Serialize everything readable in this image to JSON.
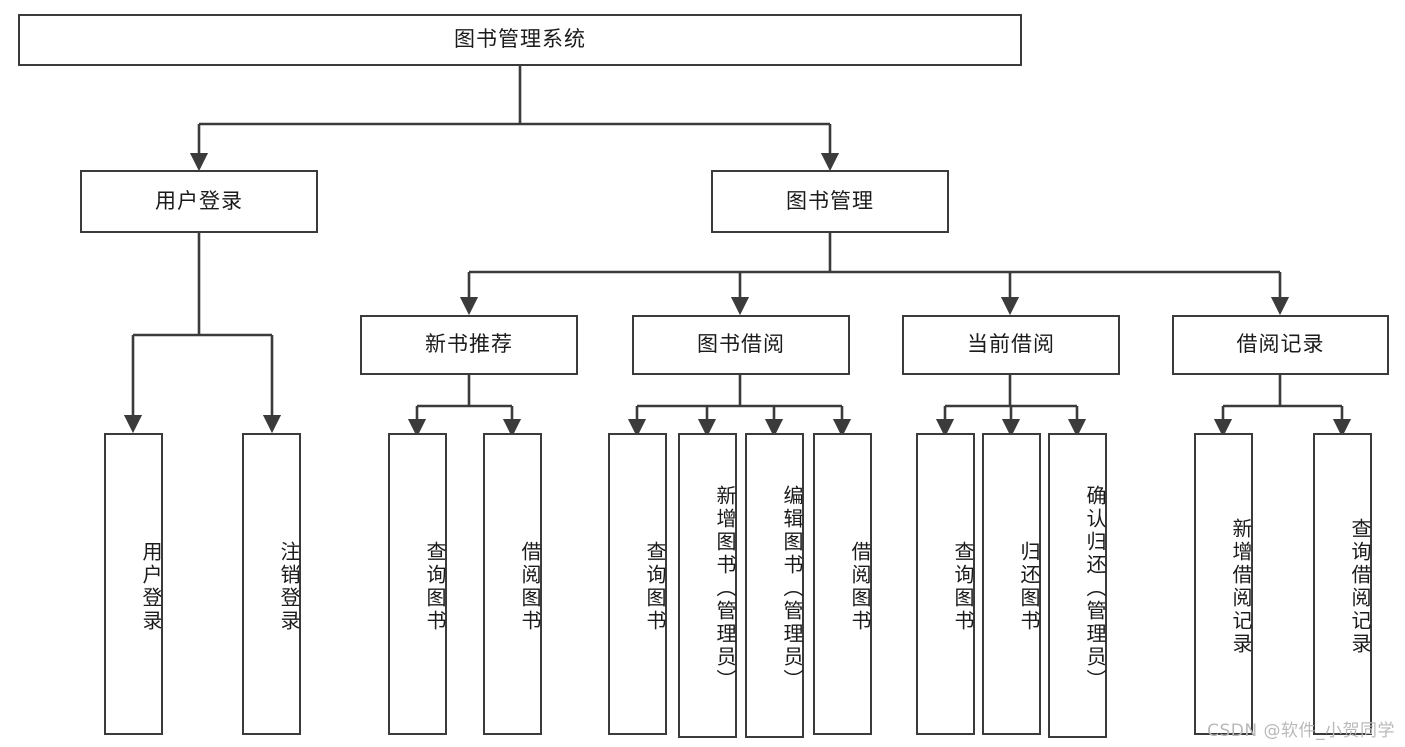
{
  "diagram": {
    "title": "图书管理系统",
    "type": "tree-hierarchy-chart",
    "root": {
      "label": "图书管理系统"
    },
    "level1": [
      {
        "label": "用户登录"
      },
      {
        "label": "图书管理"
      }
    ],
    "level2": [
      {
        "label": "新书推荐"
      },
      {
        "label": "图书借阅"
      },
      {
        "label": "当前借阅"
      },
      {
        "label": "借阅记录"
      }
    ],
    "leaves": {
      "user_login": [
        {
          "label": "用户登录"
        },
        {
          "label": "注销登录"
        }
      ],
      "new_book_recommend": [
        {
          "label": "查询图书"
        },
        {
          "label": "借阅图书"
        }
      ],
      "book_borrow": [
        {
          "label": "查询图书"
        },
        {
          "label": "新增图书（管理员）"
        },
        {
          "label": "编辑图书（管理员）"
        },
        {
          "label": "借阅图书"
        }
      ],
      "current_borrow": [
        {
          "label": "查询图书"
        },
        {
          "label": "归还图书"
        },
        {
          "label": "确认归还（管理员）"
        }
      ],
      "borrow_record": [
        {
          "label": "新增借阅记录"
        },
        {
          "label": "查询借阅记录"
        }
      ]
    }
  },
  "watermark": {
    "text": "CSDN @软件_小贺同学"
  },
  "colors": {
    "stroke": "#3b3b3b",
    "background": "#ffffff",
    "text": "#1b1b1b",
    "watermark": "#b9b9b9"
  }
}
